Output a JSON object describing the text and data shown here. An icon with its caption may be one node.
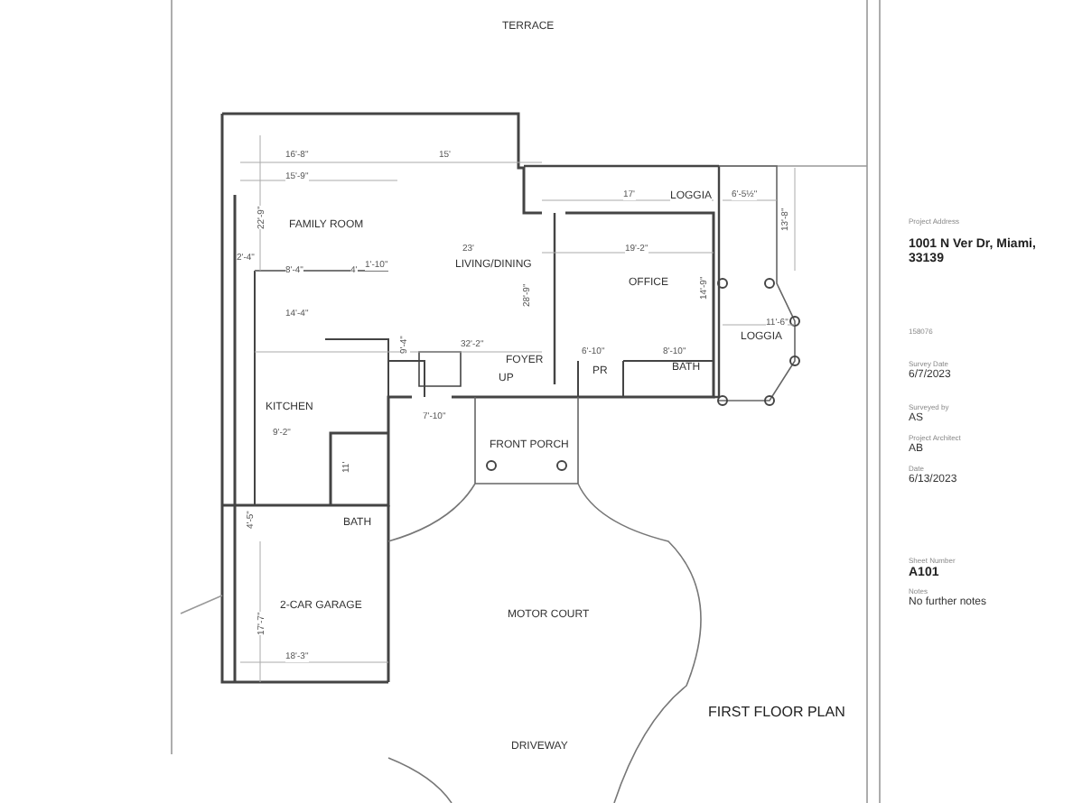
{
  "diagram": {
    "title": "FIRST FLOOR PLAN",
    "labels": [
      "TERRACE",
      "16'-8\"",
      "15'",
      "15'-9\"",
      "FAMILY ROOM",
      "22'-9\"",
      "23'",
      "2'-4\"",
      "8'-4\"",
      "4'",
      "1'-10\"",
      "LIVING/DINING",
      "28'-9\"",
      "14'-4\"",
      "9'-4\"",
      "32'-2\"",
      "FOYER",
      "UP",
      "KITCHEN",
      "9'-2\"",
      "7'-10\"",
      "11'",
      "BATH",
      "4'-5\"",
      "2-CAR GARAGE",
      "17'-7\"",
      "18'-3\"",
      "LOGGIA",
      "17'",
      "6'-5½\"",
      "13'-8\"",
      "19'-2\"",
      "OFFICE",
      "14'-9\"",
      "11'-6\"",
      "LOGGIA",
      "6'-10\"",
      "PR",
      "8'-10\"",
      "BATH",
      "FRONT PORCH",
      "MOTOR COURT",
      "DRIVEWAY",
      "Project Address",
      "1001 N Ver Dr, Miami, 33139",
      "158076",
      "Survey Date",
      "6/7/2023",
      "Surveyed by",
      "AS",
      "Project Architect",
      "AB",
      "Date",
      "6/13/2023",
      "Sheet Number",
      "A101",
      "Notes",
      "No further notes"
    ]
  }
}
